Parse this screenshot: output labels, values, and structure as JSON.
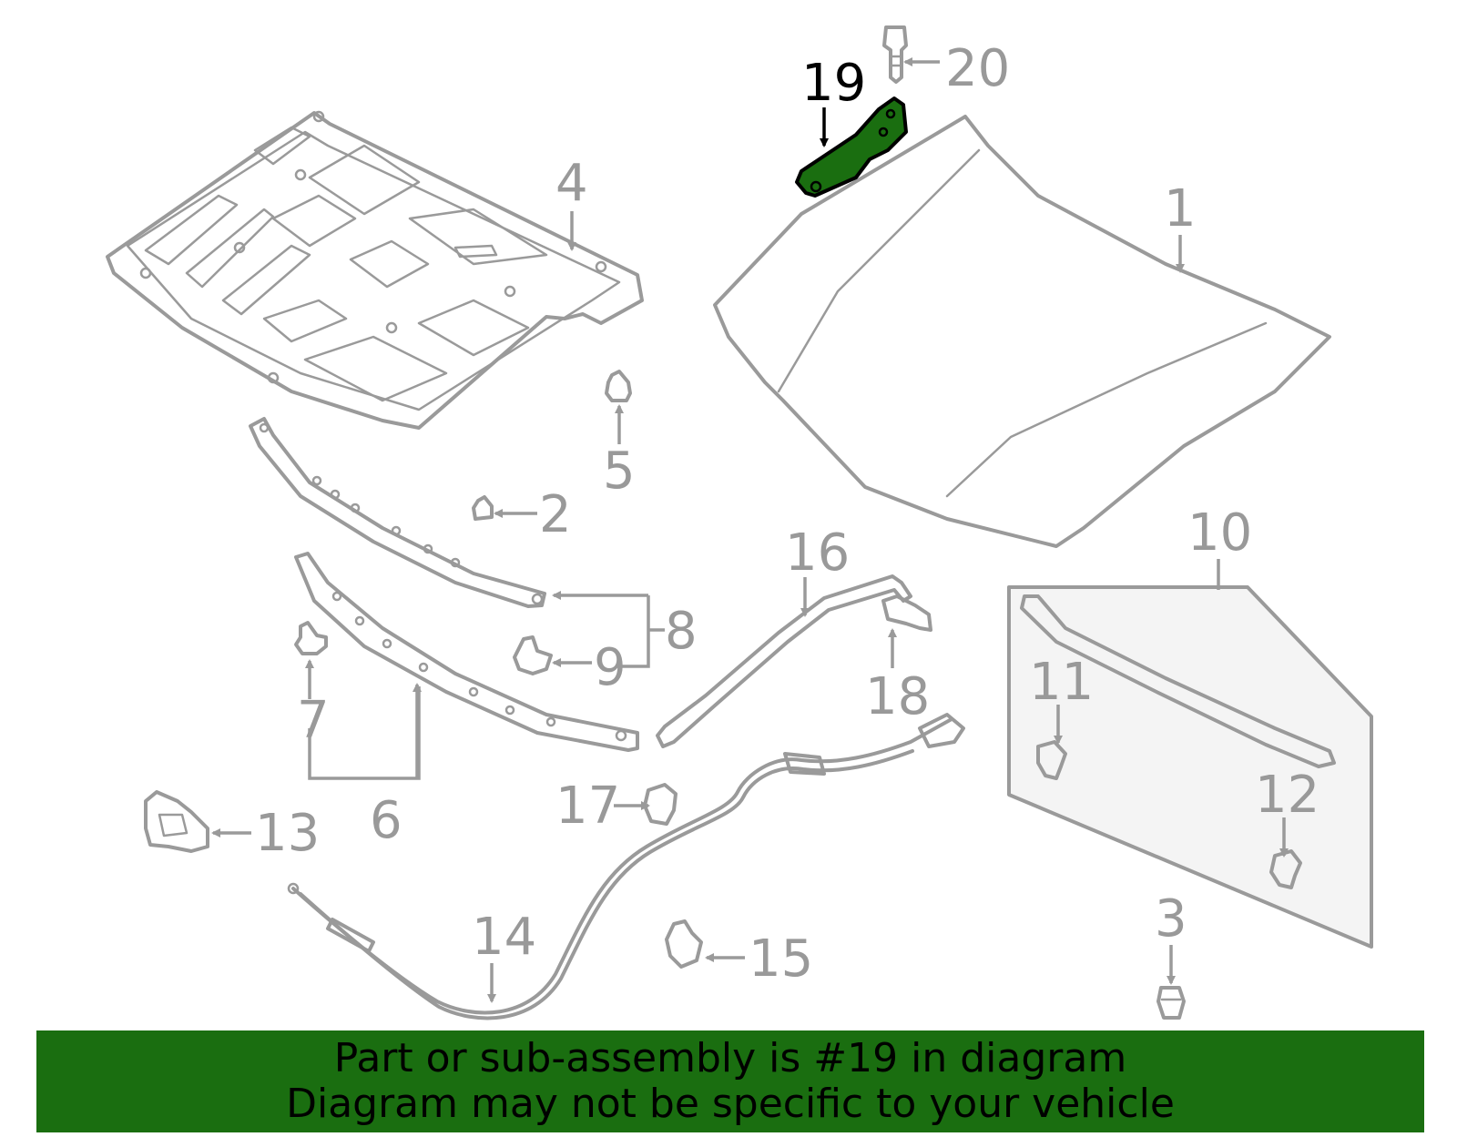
{
  "callouts": {
    "c1": "1",
    "c2": "2",
    "c3": "3",
    "c4": "4",
    "c5": "5",
    "c6": "6",
    "c7": "7",
    "c8": "8",
    "c9": "9",
    "c10": "10",
    "c11": "11",
    "c12": "12",
    "c13": "13",
    "c14": "14",
    "c15": "15",
    "c16": "16",
    "c17": "17",
    "c18": "18",
    "c19": "19",
    "c20": "20"
  },
  "highlight": {
    "part": "19",
    "color": "#1a6e10"
  },
  "banner": {
    "line1": "Part or sub-assembly is #19 in diagram",
    "line2": "Diagram may not be specific to your vehicle",
    "color": "#1a6e10"
  }
}
